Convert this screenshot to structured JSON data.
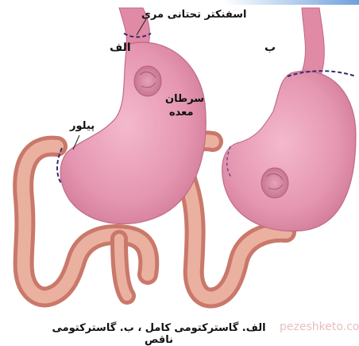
{
  "labels": {
    "sphincter": "اسفنکتر تحتانی مری",
    "alef": "الف",
    "be": "ب",
    "cancer_line1": "سرطان",
    "cancer_line2": "معده",
    "pylorus": "پیلور"
  },
  "caption": "الف. گاسترکتومی کامل ، ب. گاسترکتومی ناقص",
  "watermark": "pezeshketo.com",
  "colors": {
    "stomach": "#e89ab4",
    "stomach_dark": "#c86a8c",
    "intestine": "#e8a08c",
    "cut_line": "#3a2c6e",
    "tumor": "#d98aa4"
  }
}
